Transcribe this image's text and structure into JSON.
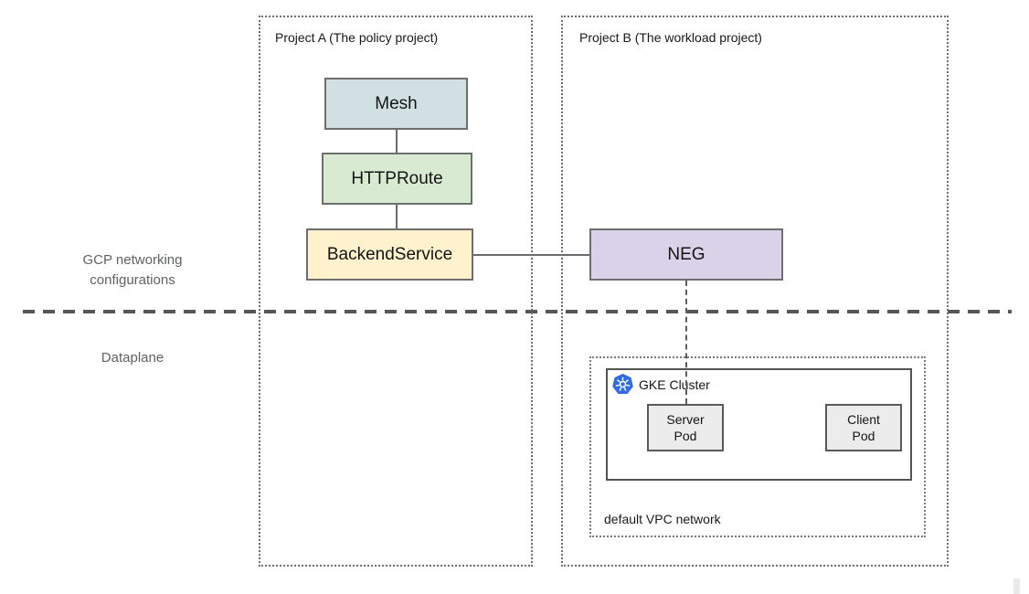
{
  "projects": {
    "a": {
      "label": "Project A (The policy project)"
    },
    "b": {
      "label": "Project B (The workload project)"
    }
  },
  "layers": {
    "top_label": "GCP networking configurations",
    "bottom_label": "Dataplane"
  },
  "nodes": {
    "mesh": {
      "label": "Mesh",
      "fill": "#d0e0e3"
    },
    "httproute": {
      "label": "HTTPRoute",
      "fill": "#d9ead3"
    },
    "backend_service": {
      "label": "BackendService",
      "fill": "#fff2cc"
    },
    "neg": {
      "label": "NEG",
      "fill": "#d9d2e9"
    },
    "server_pod": {
      "label": "Server Pod",
      "fill": "#ececec"
    },
    "client_pod": {
      "label": "Client Pod",
      "fill": "#ececec"
    }
  },
  "cluster": {
    "label": "GKE Cluster",
    "icon": "kubernetes-icon",
    "icon_color": "#326ce5"
  },
  "network": {
    "label": "default VPC network"
  },
  "colors": {
    "connector": "#6b6b6b",
    "divider": "#575757",
    "dotted_border": "#6f6f6f",
    "layer_label_text": "#5f6165",
    "node_border": "#6e6e6e",
    "cluster_border": "#545454"
  }
}
